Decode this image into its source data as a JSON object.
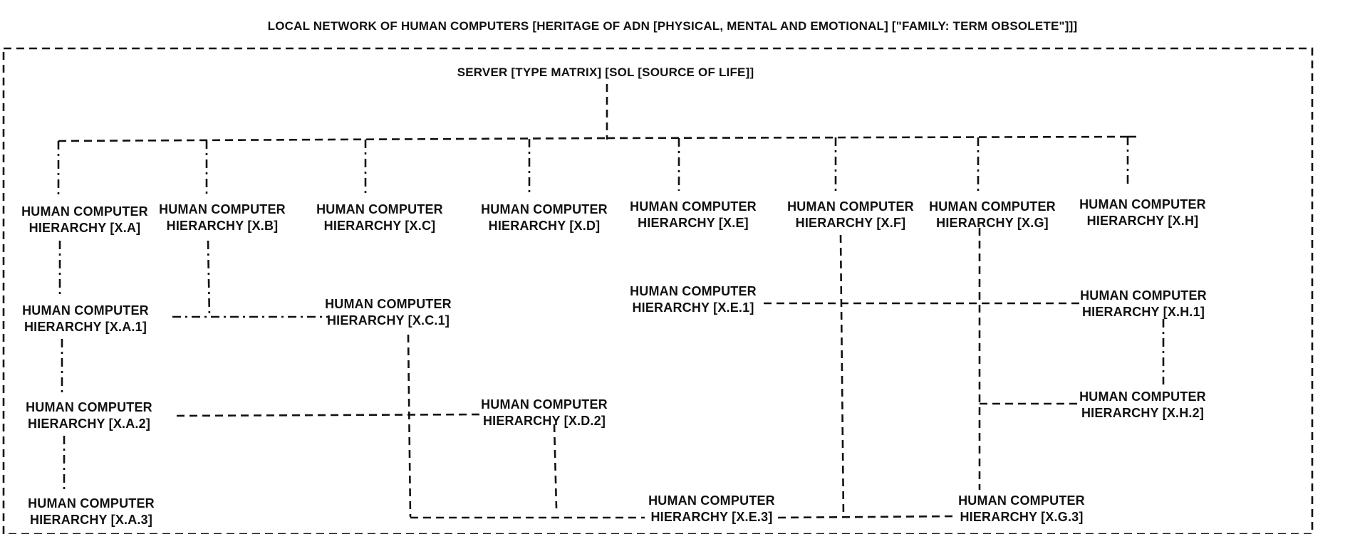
{
  "title": "LOCAL NETWORK OF HUMAN COMPUTERS [HERITAGE OF ADN [PHYSICAL, MENTAL AND EMOTIONAL] [\"FAMILY: TERM OBSOLETE\"]]]",
  "server": "SERVER [TYPE MATRIX] [SOL [SOURCE OF LIFE]]",
  "nodes": {
    "XA": "HUMAN COMPUTER\nHIERARCHY [X.A]",
    "XB": "HUMAN COMPUTER\nHIERARCHY [X.B]",
    "XC": "HUMAN COMPUTER\nHIERARCHY [X.C]",
    "XD": "HUMAN COMPUTER\nHIERARCHY [X.D]",
    "XE": "HUMAN COMPUTER\nHIERARCHY [X.E]",
    "XF": "HUMAN COMPUTER\nHIERARCHY [X.F]",
    "XG": "HUMAN COMPUTER\nHIERARCHY [X.G]",
    "XH": "HUMAN COMPUTER\nHIERARCHY [X.H]",
    "XA1": "HUMAN COMPUTER\nHIERARCHY [X.A.1]",
    "XA2": "HUMAN COMPUTER\nHIERARCHY [X.A.2]",
    "XA3": "HUMAN COMPUTER\nHIERARCHY [X.A.3]",
    "XC1": "HUMAN COMPUTER\nHIERARCHY [X.C.1]",
    "XD2": "HUMAN COMPUTER\nHIERARCHY [X.D.2]",
    "XE1": "HUMAN COMPUTER\nHIERARCHY [X.E.1]",
    "XE3": "HUMAN COMPUTER\nHIERARCHY [X.E.3]",
    "XG3": "HUMAN COMPUTER\nHIERARCHY [X.G.3]",
    "XH1": "HUMAN COMPUTER\nHIERARCHY [X.H.1]",
    "XH2": "HUMAN COMPUTER\nHIERARCHY [X.H.2]"
  },
  "colors": {
    "ink": "#111111",
    "background": "#ffffff"
  }
}
